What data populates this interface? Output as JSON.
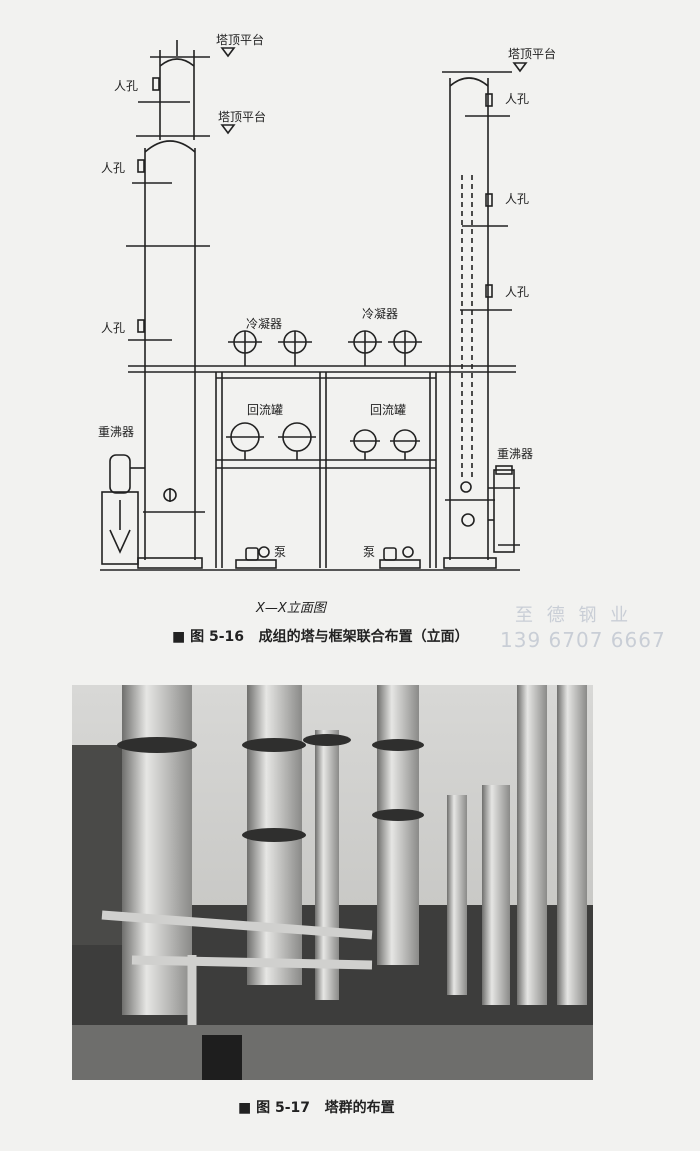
{
  "figure1": {
    "labels": {
      "top_platform": "塔顶平台",
      "manhole": "人孔",
      "condenser": "冷凝器",
      "reflux_drum": "回流罐",
      "reboiler": "重沸器",
      "pump": "泵"
    },
    "view_title": "X—X立面图",
    "caption_no": "图 5-16",
    "caption_text": "成组的塔与框架联合布置（立面）"
  },
  "figure2": {
    "caption_no": "图 5-17",
    "caption_text": "塔群的布置"
  },
  "watermark": {
    "company": "至 德 钢 业",
    "phone": "139 6707 6667"
  },
  "colors": {
    "paper": "#f2f2f0",
    "ink": "#222222",
    "watermark": "#c9ced6"
  }
}
